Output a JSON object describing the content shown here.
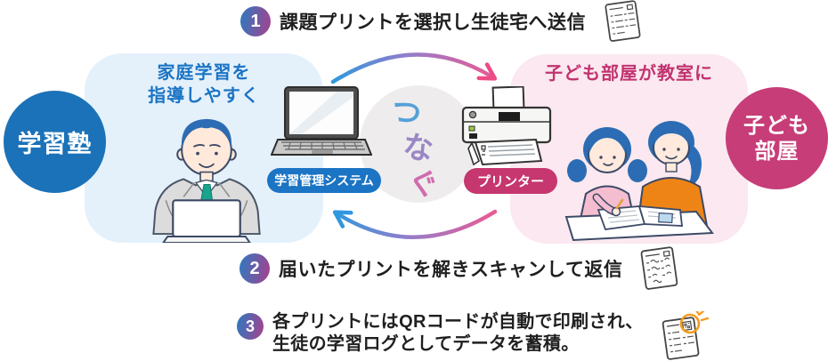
{
  "steps": [
    {
      "number": "1",
      "text": "課題プリントを選択し生徒宅へ送信"
    },
    {
      "number": "2",
      "text": "届いたプリントを解きスキャンして返信"
    },
    {
      "number": "3",
      "text": "各プリントにはQRコードが自動で印刷され、",
      "text2": "生徒の学習ログとしてデータを蓄積。"
    }
  ],
  "left_zone": {
    "circle_label": "学習塾",
    "panel_title": [
      "家庭学習を",
      "指導しやすく"
    ]
  },
  "center": {
    "system_label": "学習管理システム",
    "printer_label": "プリンター",
    "connect_word": [
      "つ",
      "な",
      "ぐ"
    ]
  },
  "right_zone": {
    "panel_title": "子ども部屋が教室に",
    "circle_label": [
      "子ども",
      "部屋"
    ]
  },
  "icons": {
    "step1": "printed-worksheet-icon",
    "step2": "answered-worksheet-icon",
    "step3": "qr-worksheet-icon"
  },
  "colors": {
    "primary_blue": "#1b72b8",
    "panel_blue": "#e4f1fb",
    "text_blue": "#1b74c4",
    "primary_magenta": "#c73d78",
    "panel_pink": "#fbe8f0",
    "text_magenta": "#c2336f",
    "pill_blue": "#1b74c4",
    "pill_magenta": "#c6366f",
    "badge_gradient": [
      "#2b7ac1",
      "#a8418c"
    ],
    "arrow_blue": "#2f99dd",
    "arrow_pink": "#ea5a92",
    "connect_char_colors": [
      "#55a0d8",
      "#9a87c5",
      "#cf6dad"
    ],
    "center_circle_gray": "#efeced",
    "qr_highlight_orange": "#f59b1e",
    "step_text": "#1f1f1f"
  }
}
